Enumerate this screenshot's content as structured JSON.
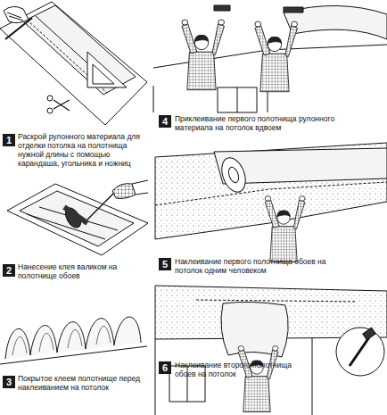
{
  "diagram": {
    "nodes": [
      {
        "text": [
          "1"
        ]
      },
      {
        "text": [
          "2"
        ]
      },
      {
        "text": [
          "3"
        ]
      },
      {
        "text": [
          "4"
        ]
      },
      {
        "text": [
          "5"
        ]
      },
      {
        "text": [
          "6"
        ]
      }
    ],
    "labels": [
      "Раскрой рулонного материала для отделки потолка на полотнища нужной длины с помощью карандаша, угольника и ножниц",
      "Нанесение клея валиком на полотнище обоев",
      "Покрытое клеем полотнище перед наклеиванием на потолок",
      "Приклеивание первого полотнища рулонного материала на потолок вдвоем",
      "Наклеивание первого полотнища обоев на потолок одним человеком",
      "Наклеивание второго полотнища обоев на потолок"
    ]
  }
}
